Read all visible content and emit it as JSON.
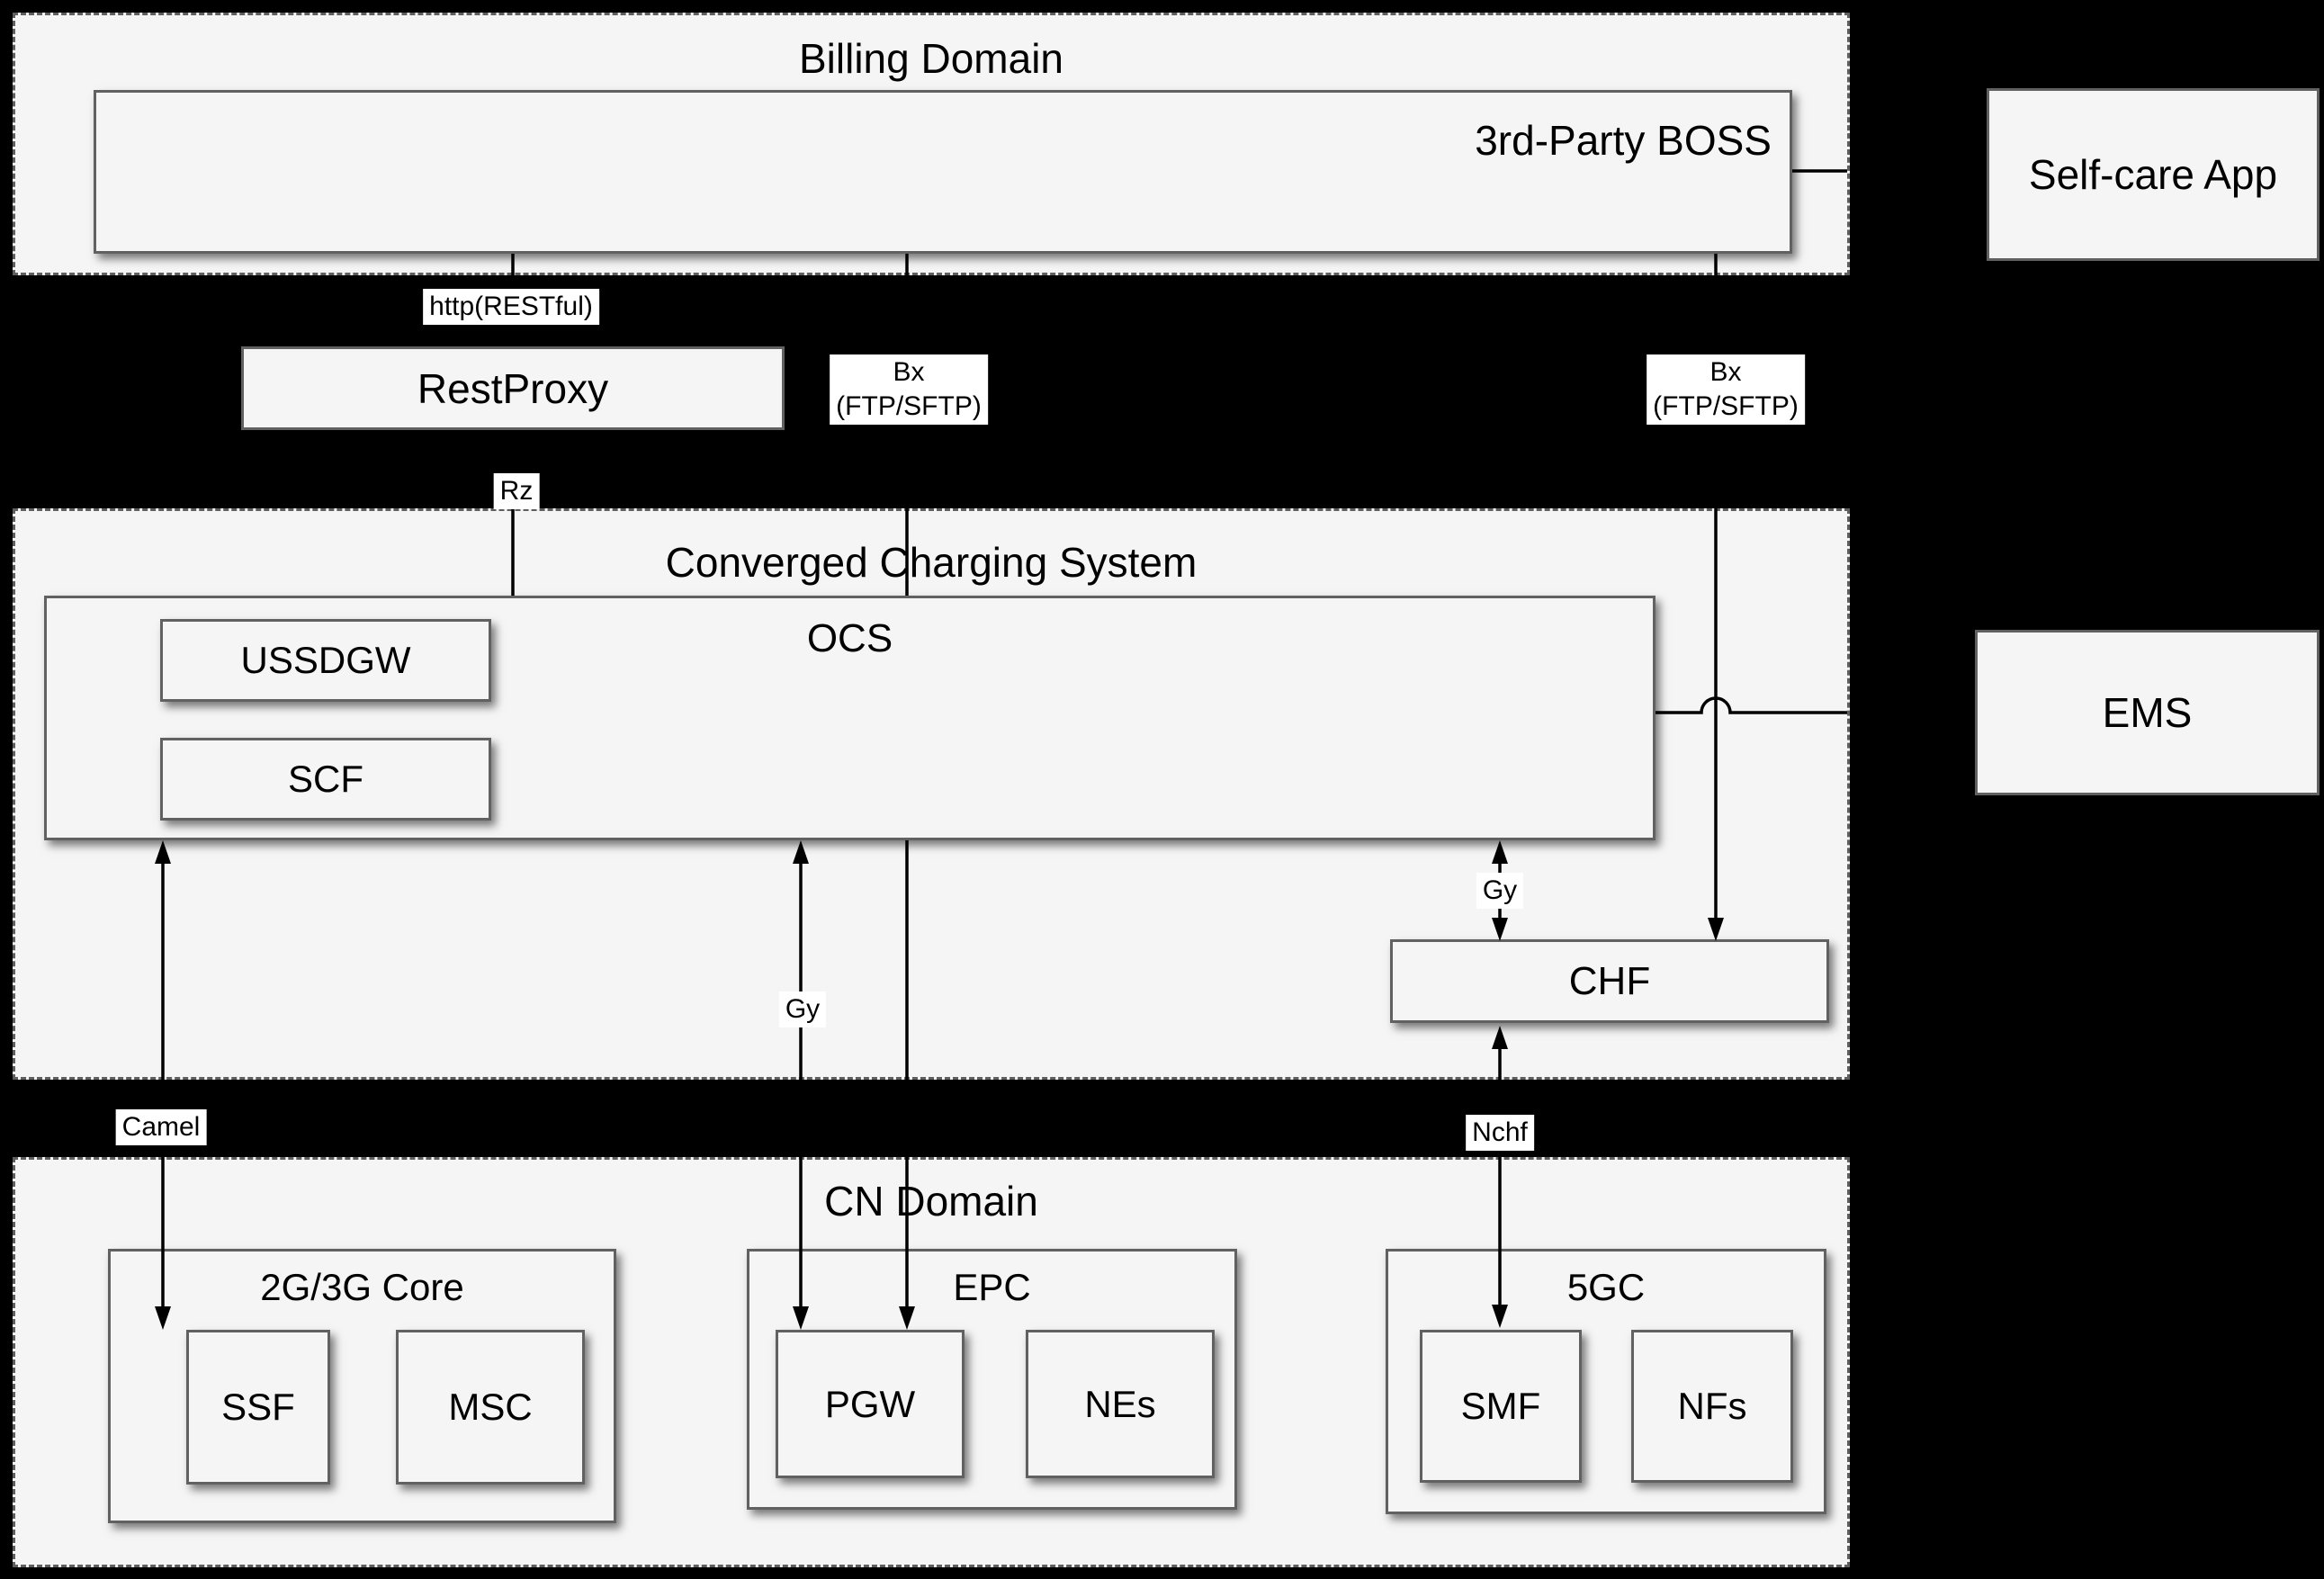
{
  "palette": {
    "background": "#000000",
    "container_fill": "#F5F5F5",
    "node_fill": "#F5F5F5",
    "border": "#616161",
    "dashed_border": "#5f5f5f",
    "edge_label_bg": "#FFFFFF",
    "text": "#000000",
    "line": "#000000"
  },
  "containers": {
    "billing": {
      "title": "Billing Domain"
    },
    "ccs": {
      "title": "Converged Charging System"
    },
    "cn": {
      "title": "CN Domain"
    }
  },
  "nodes": {
    "boss": {
      "label": "3rd-Party BOSS"
    },
    "selfcare": {
      "label": "Self-care App"
    },
    "restproxy": {
      "label": "RestProxy"
    },
    "ocs": {
      "label": "OCS"
    },
    "ussdgw": {
      "label": "USSDGW"
    },
    "scf": {
      "label": "SCF"
    },
    "chf": {
      "label": "CHF"
    },
    "ems": {
      "label": "EMS"
    },
    "core2g3g": {
      "label": "2G/3G Core"
    },
    "ssf": {
      "label": "SSF"
    },
    "msc": {
      "label": "MSC"
    },
    "epc": {
      "label": "EPC"
    },
    "pgw": {
      "label": "PGW"
    },
    "nes": {
      "label": "NEs"
    },
    "fivegc": {
      "label": "5GC"
    },
    "smf": {
      "label": "SMF"
    },
    "nfs": {
      "label": "NFs"
    }
  },
  "edge_labels": {
    "http": "http(RESTful)",
    "bx_left": {
      "line1": "Bx",
      "line2": "(FTP/SFTP)"
    },
    "bx_right": {
      "line1": "Bx",
      "line2": "(FTP/SFTP)"
    },
    "rz": "Rz",
    "gy_epc": "Gy",
    "gy_chf": "Gy",
    "camel": "Camel",
    "nchf": "Nchf"
  }
}
